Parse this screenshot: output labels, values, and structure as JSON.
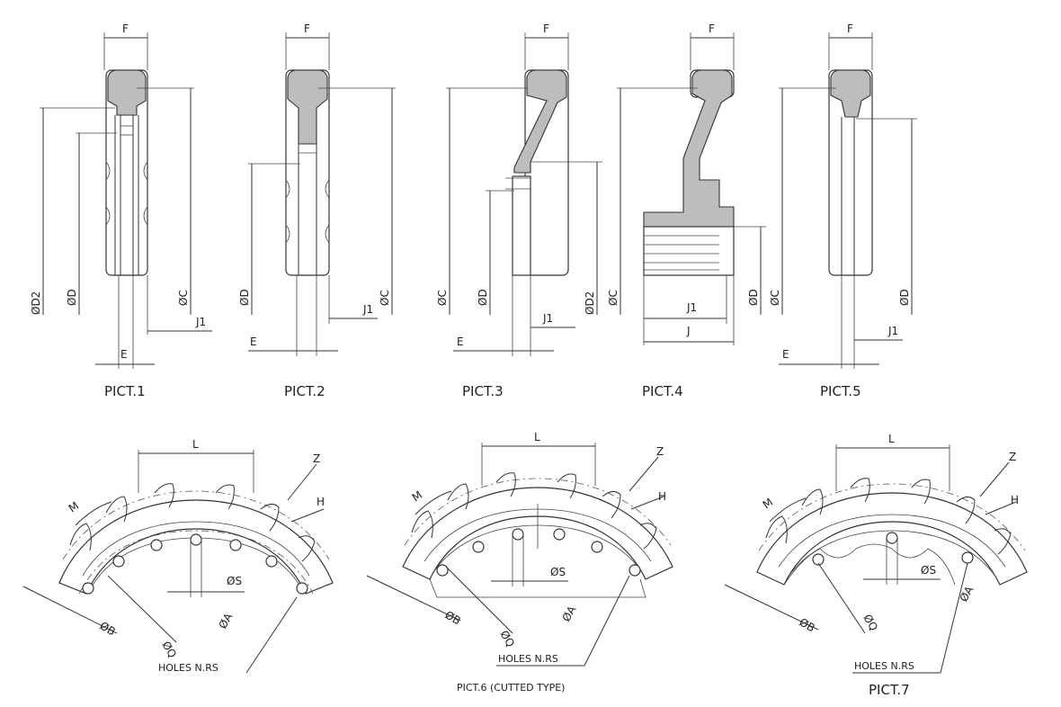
{
  "pictures": [
    {
      "caption": "PICT.1",
      "labels": {
        "F": "F",
        "D2": "ØD2",
        "D": "ØD",
        "C": "ØC",
        "J1": "J1",
        "E": "E"
      }
    },
    {
      "caption": "PICT.2",
      "labels": {
        "F": "F",
        "D": "ØD",
        "C": "ØC",
        "J1": "J1",
        "E": "E"
      }
    },
    {
      "caption": "PICT.3",
      "labels": {
        "F": "F",
        "C": "ØC",
        "D": "ØD",
        "D2": "ØD2",
        "J1": "J1",
        "E": "E"
      }
    },
    {
      "caption": "PICT.4",
      "labels": {
        "F": "F",
        "C": "ØC",
        "J1": "J1",
        "J": "J",
        "D": "ØD"
      }
    },
    {
      "caption": "PICT.5",
      "labels": {
        "F": "F",
        "C": "ØC",
        "D": "ØD",
        "J1": "J1",
        "E": "E"
      }
    }
  ],
  "segments": [
    {
      "caption": "",
      "labels": {
        "L": "L",
        "Z": "Z",
        "M": "M",
        "H": "H",
        "S": "ØS",
        "B": "ØB",
        "Q": "ØQ",
        "A": "ØA",
        "holes": "HOLES N.RS"
      }
    },
    {
      "caption": "PICT.6 (CUTTED TYPE)",
      "labels": {
        "L": "L",
        "Z": "Z",
        "M": "M",
        "H": "H",
        "S": "ØS",
        "B": "ØB",
        "Q": "ØQ",
        "A": "ØA",
        "holes": "HOLES N.RS"
      }
    },
    {
      "caption": "PICT.7",
      "labels": {
        "L": "L",
        "Z": "Z",
        "M": "M",
        "H": "H",
        "S": "ØS",
        "B": "ØB",
        "Q": "ØQ",
        "A": "ØA",
        "holes": "HOLES N.RS"
      }
    }
  ]
}
